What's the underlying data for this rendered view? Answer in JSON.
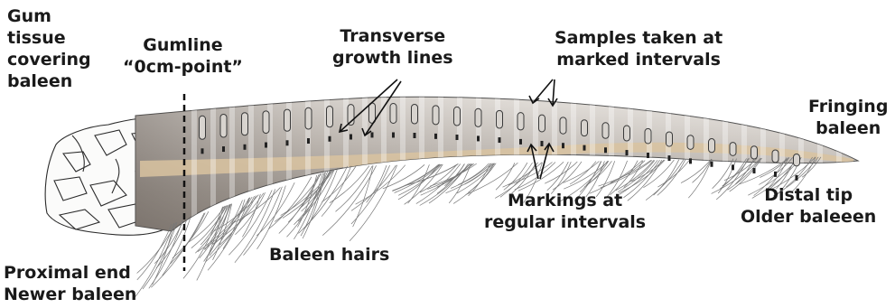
{
  "labels": {
    "gum_tissue": [
      "Gum",
      "tissue",
      "covering",
      "baleen"
    ],
    "gumline": [
      "Gumline",
      "“0cm-point”"
    ],
    "transverse": [
      "Transverse",
      "growth lines"
    ],
    "samples": [
      "Samples taken at",
      "marked intervals"
    ],
    "fringing": [
      "Fringing",
      "baleen"
    ],
    "distal": [
      "Distal tip",
      "Older baleeen"
    ],
    "markings": [
      "Markings at",
      "regular intervals"
    ],
    "baleen_hairs": "Baleen hairs",
    "proximal": [
      "Proximal end",
      "Newer baleen"
    ]
  },
  "colors": {
    "text": "#1a1a1a",
    "baleen_light": "#e6e2dd",
    "baleen_mid": "#a9a29b",
    "baleen_dark": "#6e6660",
    "band": "#d9c3a0",
    "outline": "#333333"
  }
}
